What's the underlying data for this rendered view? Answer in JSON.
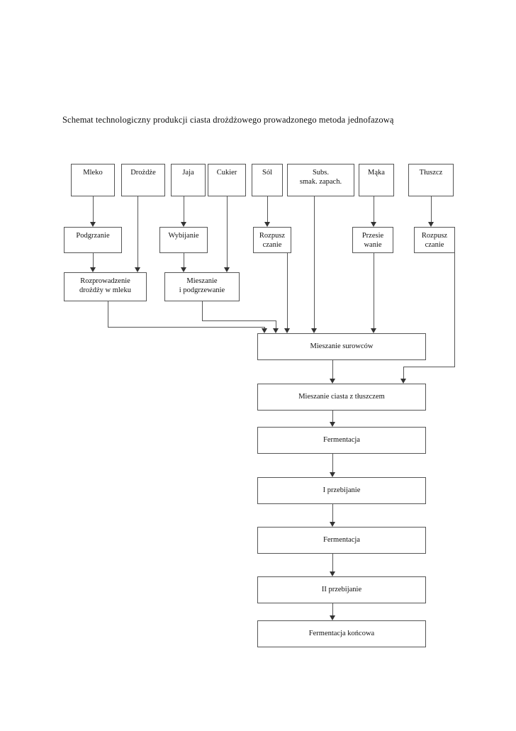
{
  "document": {
    "title": "Schemat technologiczny produkcji ciasta drożdżowego prowadzonego metoda jednofazową",
    "language": "pl",
    "background_color": "#ffffff",
    "line_color": "#555555",
    "text_color": "#111111"
  },
  "diagram": {
    "type": "flowchart",
    "orientation": "top-to-bottom",
    "row1_ingredients": [
      {
        "id": "mleko",
        "label": "Mleko"
      },
      {
        "id": "drozdze",
        "label": "Drożdże"
      },
      {
        "id": "jaja",
        "label": "Jaja"
      },
      {
        "id": "cukier",
        "label": "Cukier"
      },
      {
        "id": "sol",
        "label": "Sól"
      },
      {
        "id": "subs",
        "label": "Subs.\nsmak. zapach."
      },
      {
        "id": "maka",
        "label": "Mąka"
      },
      {
        "id": "tluszcz",
        "label": "Tłuszcz"
      }
    ],
    "row2_operations": [
      {
        "id": "podgrzanie",
        "label": "Podgrzanie"
      },
      {
        "id": "wybijanie",
        "label": "Wybijanie"
      },
      {
        "id": "rozpuszczanie_sol",
        "label": "Rozpusz\nczanie"
      },
      {
        "id": "przesiewanie",
        "label": "Przesie\nwanie"
      },
      {
        "id": "rozpuszczanie_tluszcz",
        "label": "Rozpusz\nczanie"
      }
    ],
    "row3_operations": [
      {
        "id": "rozprowadzenie",
        "label": "Rozprowadzenie\ndrożdży w mleku"
      },
      {
        "id": "mieszanie_podgrzewanie",
        "label": "Mieszanie\ni podgrzewanie"
      }
    ],
    "main_chain": [
      {
        "id": "mieszanie_surowcow",
        "label": "Mieszanie surowców"
      },
      {
        "id": "mieszanie_ciasta_tluszcz",
        "label": "Mieszanie ciasta z tłuszczem"
      },
      {
        "id": "fermentacja_1",
        "label": "Fermentacja"
      },
      {
        "id": "przebijanie_1",
        "label": "I przebijanie"
      },
      {
        "id": "fermentacja_2",
        "label": "Fermentacja"
      },
      {
        "id": "przebijanie_2",
        "label": "II przebijanie"
      },
      {
        "id": "fermentacja_koncowa",
        "label": "Fermentacja końcowa"
      }
    ]
  }
}
